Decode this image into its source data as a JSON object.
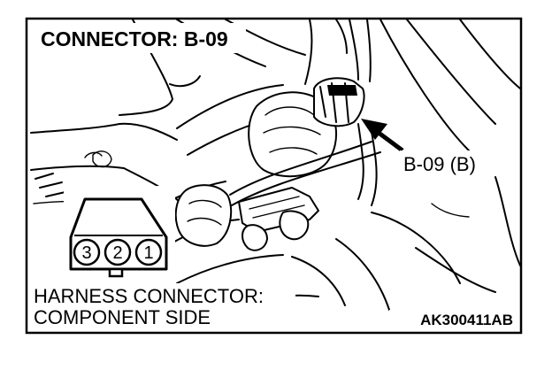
{
  "connector_title": "CONNECTOR: B-09",
  "callout_label": "B-09 (B)",
  "harness_label": {
    "line1": "HARNESS CONNECTOR:",
    "line2": "COMPONENT SIDE"
  },
  "pins": [
    "3",
    "2",
    "1"
  ],
  "reference_code": "AK300411AB",
  "colors": {
    "ink": "#000000",
    "paper": "#ffffff"
  }
}
